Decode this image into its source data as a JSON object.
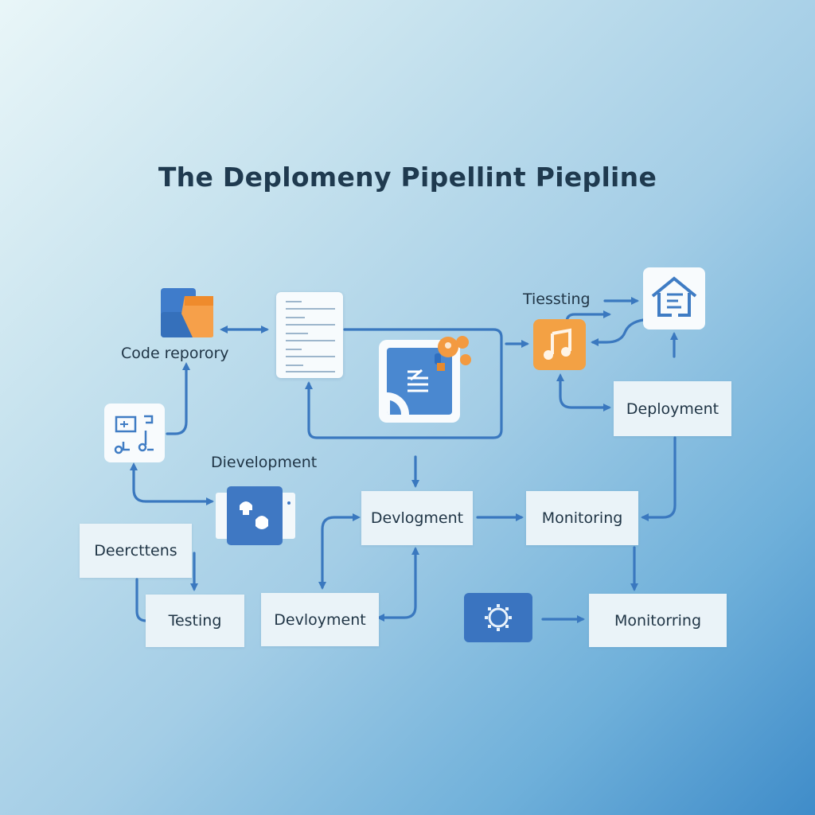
{
  "title": "The Deplomeny Pipellint Piepline",
  "labels": {
    "code_repository": "Code reporory",
    "testing_top": "Tiessting",
    "development_mid": "Dievelopment"
  },
  "boxes": {
    "deployment_right": "Deployment",
    "devlogment_center": "Devlogment",
    "monitoring_center": "Monitoring",
    "deerctiens": "Deercttens",
    "testing_bottom": "Testing",
    "devloyment_bottom": "Devloyment",
    "monitorring_bottom": "Monitorring"
  },
  "icons": {
    "repo": "repository-folder-icon",
    "document": "document-icon",
    "app": "app-document-icon",
    "badge": "orange-gear-badge-icon",
    "music": "music-note-icon",
    "house": "house-document-icon",
    "dev_tools": "dev-tools-icon",
    "dev_people": "dev-team-icon",
    "settings": "gear-icon"
  },
  "colors": {
    "accent_blue": "#3a78bf",
    "orange": "#f29a3e",
    "box_bg": "#eaf3f8",
    "text_dark": "#1f3445"
  }
}
